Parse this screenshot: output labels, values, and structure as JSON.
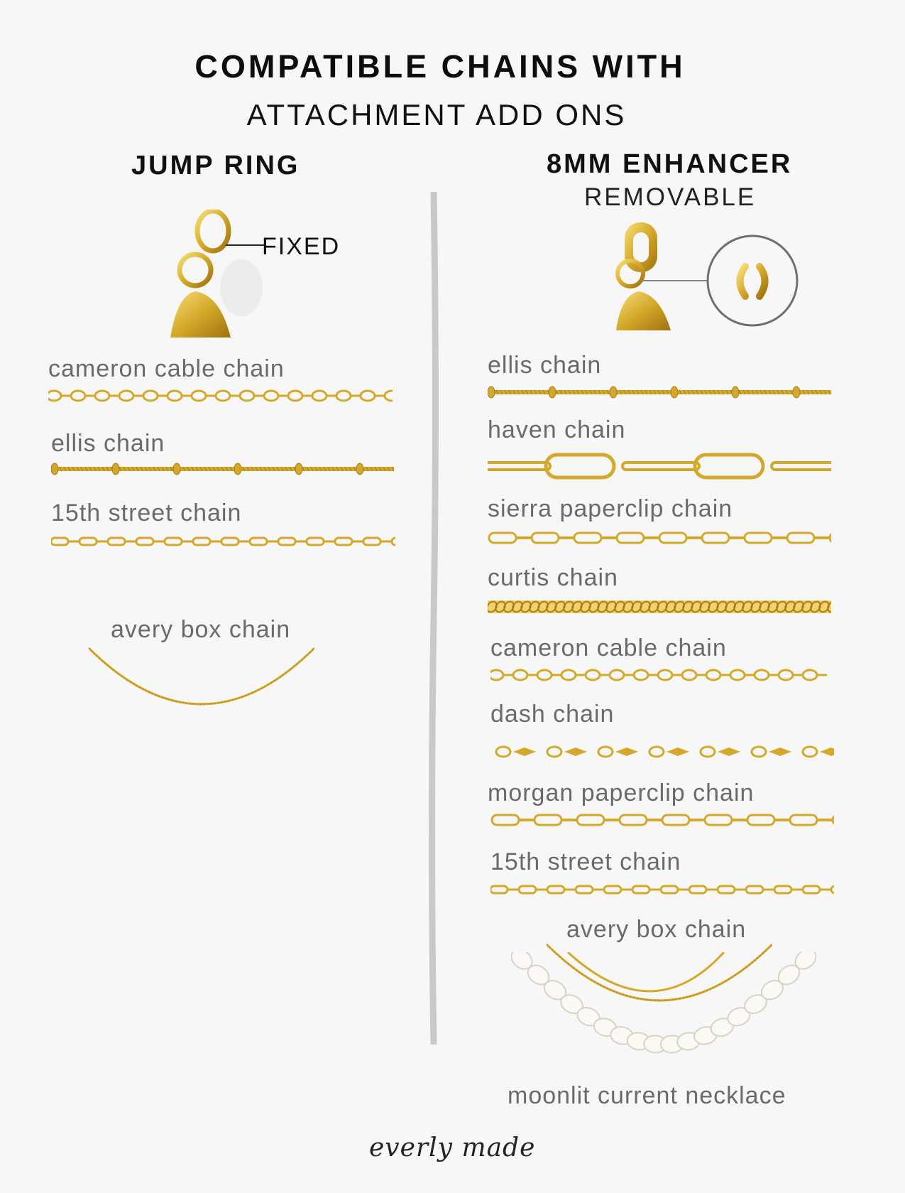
{
  "title": {
    "line1": "COMPATIBLE CHAINS WITH",
    "line2": "ATTACHMENT ADD ONS"
  },
  "left": {
    "heading": "JUMP RING",
    "callout": "FIXED",
    "chains": [
      {
        "label": "cameron cable chain",
        "style": "cable"
      },
      {
        "label": "ellis chain",
        "style": "satellite"
      },
      {
        "label": "15th street chain",
        "style": "fancy"
      },
      {
        "label": "avery box chain",
        "style": "box-curve"
      }
    ]
  },
  "right": {
    "heading": "8MM ENHANCER",
    "subheading": "REMOVABLE",
    "chains": [
      {
        "label": "ellis chain",
        "style": "satellite"
      },
      {
        "label": "haven chain",
        "style": "paperclip-large"
      },
      {
        "label": "sierra paperclip chain",
        "style": "paperclip"
      },
      {
        "label": "curtis chain",
        "style": "curb"
      },
      {
        "label": "cameron cable chain",
        "style": "cable"
      },
      {
        "label": "dash chain",
        "style": "dash"
      },
      {
        "label": "morgan paperclip chain",
        "style": "paperclip"
      },
      {
        "label": "15th street chain",
        "style": "fancy"
      },
      {
        "label": "avery box chain",
        "style": "box-curve"
      },
      {
        "label": "moonlit current necklace",
        "style": "pearl"
      }
    ]
  },
  "logo": "everly made",
  "colors": {
    "gold": "#d4a82a",
    "gold_dark": "#a87d12",
    "gold_light": "#f0d36a",
    "label_gray": "#6a6a6a",
    "divider": "#c9c9c9",
    "background": "#f7f7f7"
  }
}
